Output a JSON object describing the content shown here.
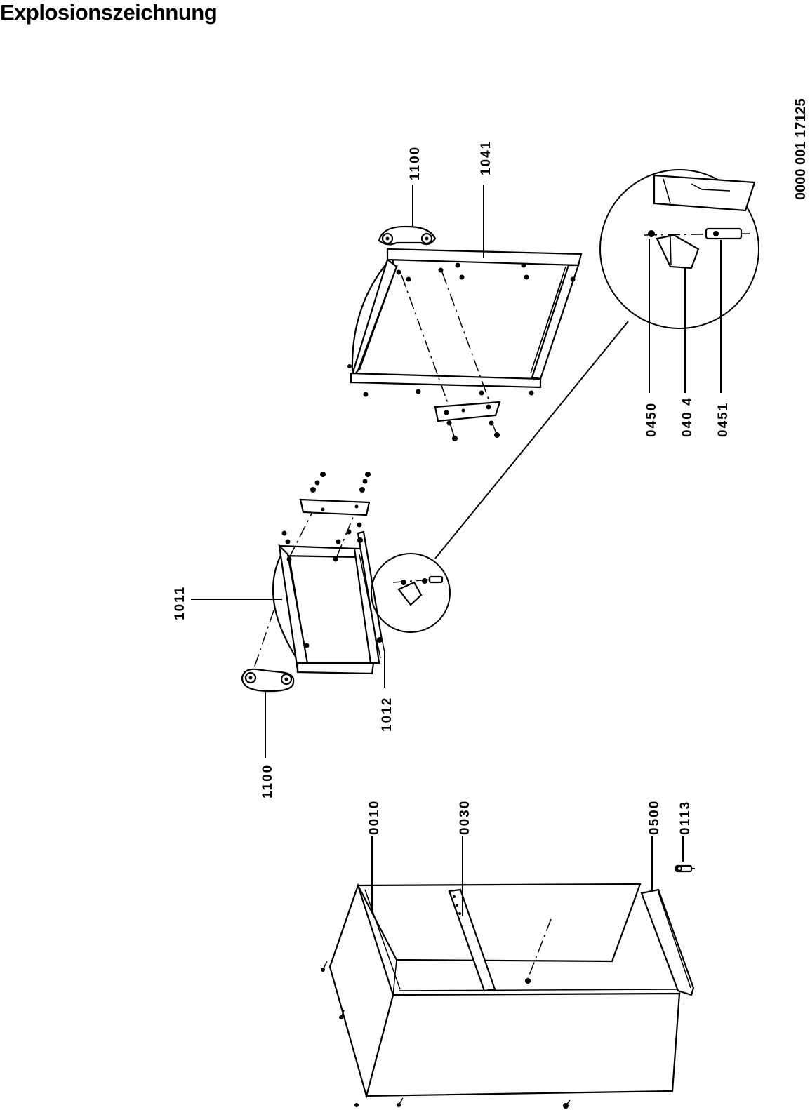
{
  "title": "Explosionszeichnung",
  "document_number": "0000 001 17125",
  "callouts": {
    "c1100_top": "1100",
    "c1041": "1041",
    "c1011": "1011",
    "c1012": "1012",
    "c1100_mid": "1100",
    "c0450": "0450",
    "c0404": "040 4",
    "c0451": "0451",
    "c0010": "0010",
    "c0030": "0030",
    "c0500": "0500",
    "c0113": "0113"
  }
}
